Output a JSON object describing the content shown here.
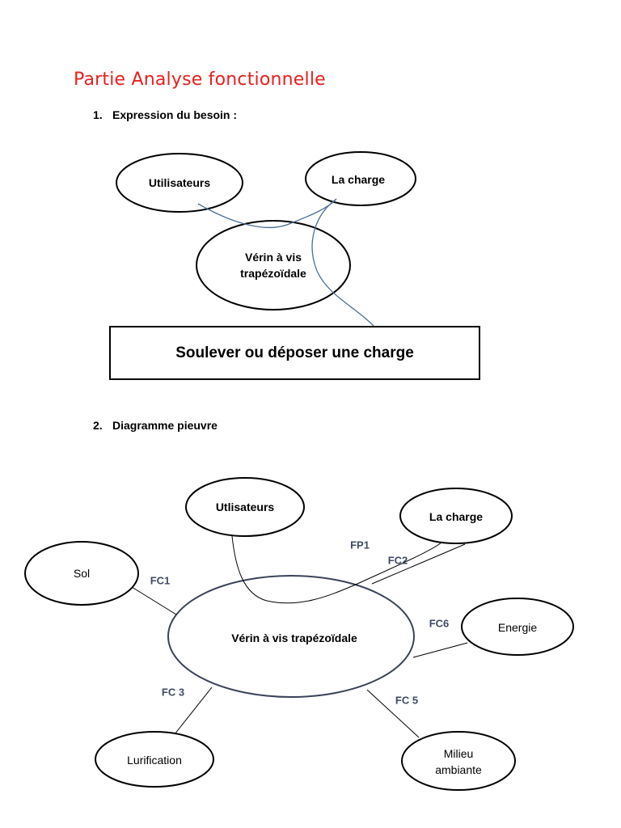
{
  "title": "Partie Analyse fonctionnelle",
  "section1": {
    "number": "1.",
    "heading": "Expression du besoin :"
  },
  "besoin": {
    "users": "Utilisateurs",
    "charge": "La charge",
    "product_line1": "Vérin à vis",
    "product_line2": "trapézoïdale",
    "need": "Soulever ou déposer une charge"
  },
  "section2": {
    "number": "2.",
    "heading": "Diagramme pieuvre"
  },
  "pieuvre": {
    "center": "Vérin à vis trapézoïdale",
    "users": "Utlisateurs",
    "charge": "La charge",
    "sol": "Sol",
    "energie": "Energie",
    "lurification": "Lurification",
    "milieu_line1": "Milieu",
    "milieu_line2": "ambiante",
    "fp1": "FP1",
    "fc2": "FC2",
    "fc1": "FC1",
    "fc6": "FC6",
    "fc3": "FC 3",
    "fc5": "FC 5"
  },
  "colors": {
    "title": "#e8201f",
    "function_label": "#3f4a63",
    "besoin_curve": "#4a6f94"
  }
}
